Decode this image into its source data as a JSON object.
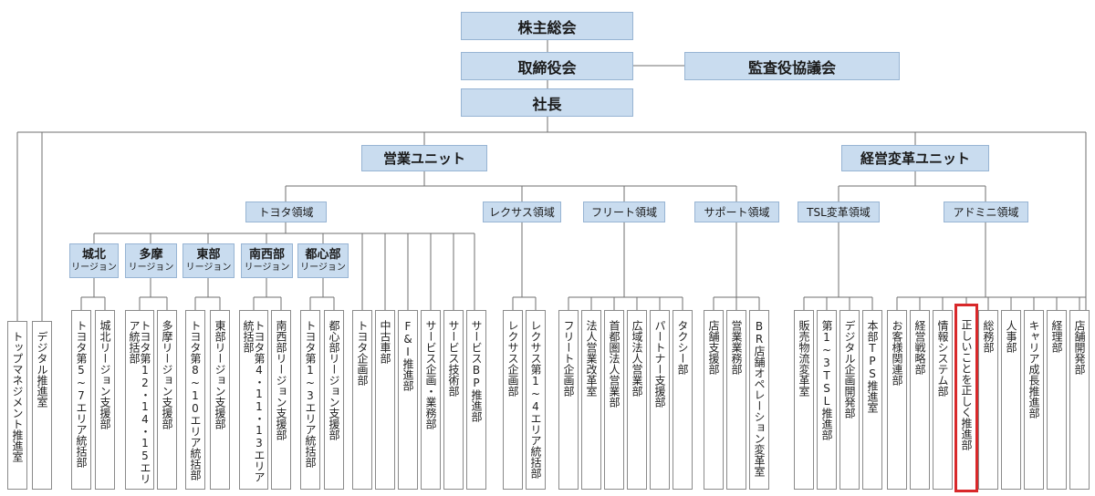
{
  "colors": {
    "box_fill": "#c9dcef",
    "line": "#6f6f6f",
    "highlight": "#d8282a"
  },
  "top": {
    "shareholders": "株主総会",
    "board": "取締役会",
    "auditors": "監査役協議会",
    "president": "社長"
  },
  "units": {
    "sales": "営業ユニット",
    "transformation": "経営変革ユニット"
  },
  "domains": {
    "toyota": "トヨタ領域",
    "lexus": "レクサス領域",
    "fleet": "フリート領域",
    "support": "サポート領域",
    "tsl": "TSL変革領域",
    "admin": "アドミニ領域"
  },
  "regions": [
    {
      "name": "城北",
      "sub": "リージョン"
    },
    {
      "name": "多摩",
      "sub": "リージョン"
    },
    {
      "name": "東部",
      "sub": "リージョン"
    },
    {
      "name": "南西部",
      "sub": "リージョン"
    },
    {
      "name": "都心部",
      "sub": "リージョン"
    }
  ],
  "leaves": [
    "トップマネジメント推進室",
    "デジタル推進室",
    "トヨタ第5~7エリア統括部",
    "城北リージョン支援部",
    "トヨタ第12・14・15エリア統括部",
    "多摩リージョン支援部",
    "トヨタ第8~10エリア統括部",
    "東部リージョン支援部",
    "トヨタ第4・11・13エリア統括部",
    "南西部リージョン支援部",
    "トヨタ第1~3エリア統括部",
    "都心部リージョン支援部",
    "トヨタ企画部",
    "中古車部",
    "F&I推進部",
    "サービス企画・業務部",
    "サービス技術部",
    "サービスBP推進部",
    "レクサス企画部",
    "レクサス第1~4エリア統括部",
    "フリート企画部",
    "法人営業改革室",
    "首都圏法人営業部",
    "広域法人営業部",
    "パートナー支援部",
    "タクシー部",
    "店舗支援部",
    "営業業務部",
    "BR店舗オペレーション変革室",
    "販売物流変革室",
    "第1~3TSL推進部",
    "デジタル企画開発部",
    "本部TPS推進室",
    "お客様関連部",
    "経営戦略部",
    "情報システム部",
    "正しいことを正しく推進部",
    "総務部",
    "人事部",
    "キャリア成長推進部",
    "経理部",
    "店舗開発部"
  ]
}
